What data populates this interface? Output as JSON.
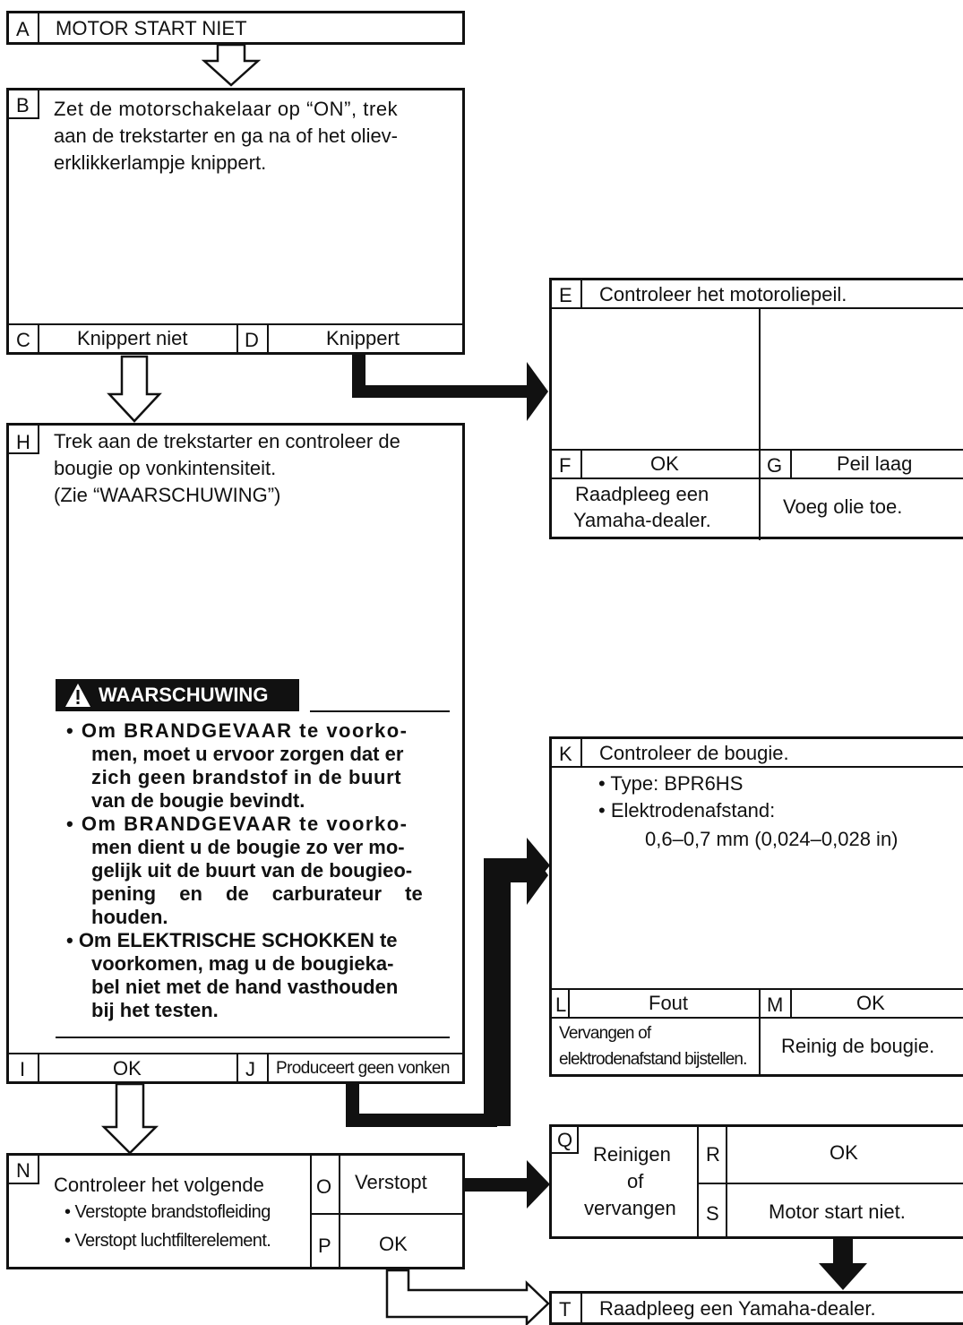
{
  "A": {
    "letter": "A",
    "text": "MOTOR START NIET"
  },
  "B": {
    "letter": "B",
    "lines": [
      "Zet de motorschakelaar op “ON”, trek",
      "aan de trekstarter en ga na of het oliev-",
      "erklikkerlampje knippert."
    ]
  },
  "C": {
    "letter": "C",
    "text": "Knippert niet"
  },
  "D": {
    "letter": "D",
    "text": "Knippert"
  },
  "E": {
    "letter": "E",
    "text": "Controleer het motoroliepeil."
  },
  "F": {
    "letter": "F",
    "text": "OK",
    "action": [
      "Raadpleeg een",
      "Yamaha-dealer."
    ]
  },
  "G": {
    "letter": "G",
    "text": "Peil laag",
    "action": "Voeg olie toe."
  },
  "H": {
    "letter": "H",
    "lines": [
      "Trek aan de trekstarter en controleer de",
      "bougie op vonkintensiteit.",
      "(Zie “WAARSCHUWING”)"
    ]
  },
  "warning": {
    "title": "WAARSCHUWING",
    "lines": [
      "• Om BRANDGEVAAR te voorko-",
      "men, moet u ervoor zorgen dat er",
      "zich geen brandstof in de buurt",
      "van de bougie bevindt.",
      "• Om BRANDGEVAAR te voorko-",
      "men dient u de bougie zo ver mo-",
      "gelijk uit de buurt van de bougieo-",
      "pening en de carburateur te",
      "houden.",
      "• Om ELEKTRISCHE SCHOKKEN te",
      "voorkomen, mag u de bougieka-",
      "bel niet met de hand vasthouden",
      "bij het testen."
    ]
  },
  "I": {
    "letter": "I",
    "text": "OK"
  },
  "J": {
    "letter": "J",
    "text": "Produceert geen vonken"
  },
  "K": {
    "letter": "K",
    "text": "Controleer de bougie.",
    "bullets": [
      "• Type: BPR6HS",
      "• Elektrodenafstand:"
    ],
    "gap": "0,6–0,7 mm (0,024–0,028 in)"
  },
  "L": {
    "letter": "L",
    "text": "Fout",
    "action": [
      "Vervangen of",
      "elektrodenafstand bijstellen."
    ]
  },
  "M": {
    "letter": "M",
    "text": "OK",
    "action": "Reinig de bougie."
  },
  "N": {
    "letter": "N",
    "text": "Controleer het volgende",
    "bullets": [
      "• Verstopte brandstofleiding",
      "• Verstopt luchtfilterelement."
    ]
  },
  "O": {
    "letter": "O",
    "text": "Verstopt"
  },
  "P": {
    "letter": "P",
    "text": "OK"
  },
  "Q": {
    "letter": "Q",
    "lines": [
      "Reinigen",
      "of",
      "vervangen"
    ]
  },
  "R": {
    "letter": "R",
    "text": "OK"
  },
  "S": {
    "letter": "S",
    "text": "Motor start niet."
  },
  "T": {
    "letter": "T",
    "text": "Raadpleeg een Yamaha-dealer."
  },
  "icons": {
    "warning": "warning-triangle-icon"
  }
}
